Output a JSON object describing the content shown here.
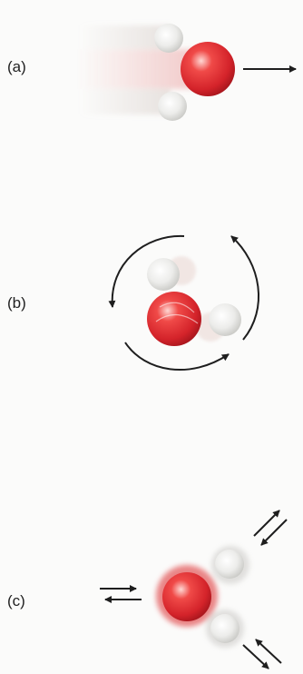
{
  "panels": [
    {
      "label": "(a)",
      "motion": "translation"
    },
    {
      "label": "(b)",
      "motion": "rotation"
    },
    {
      "label": "(c)",
      "motion": "vibration"
    }
  ],
  "colors": {
    "oxygen": "#d9262c",
    "hydrogen": "#e6e6e3",
    "arrow": "#1e1e1e",
    "background": "#fbfbfa"
  },
  "icons": [
    "oxygen-atom",
    "hydrogen-atom",
    "arrow"
  ]
}
